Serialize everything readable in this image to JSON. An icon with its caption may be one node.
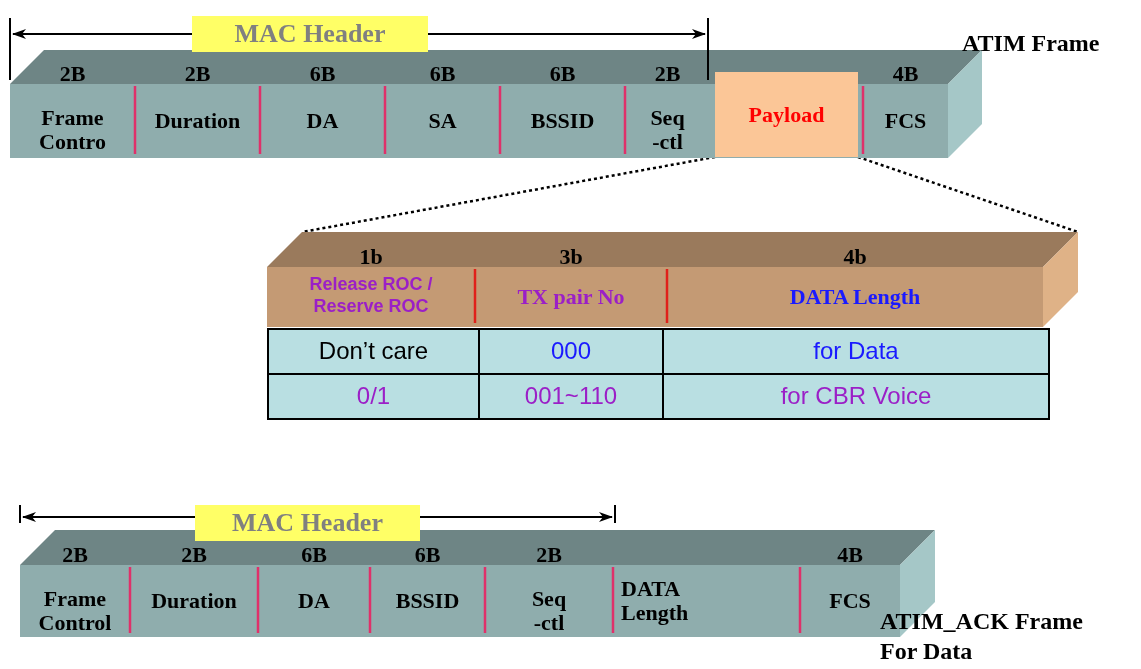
{
  "diagram": {
    "nodes": [
      {
        "text": [],
        "shape": "box",
        "beside": [
          "ATIM Frame"
        ]
      },
      {
        "text": [
          "2B",
          "Frame Contro"
        ],
        "in": 0
      },
      {
        "text": [
          "2B",
          "Duration"
        ],
        "in": 0
      },
      {
        "text": [
          "6B",
          "DA"
        ],
        "in": 0
      },
      {
        "text": [
          "6B",
          "SA"
        ],
        "in": 0
      },
      {
        "text": [
          "6B",
          "BSSID"
        ],
        "in": 0
      },
      {
        "text": [
          "2B",
          "Seq -ctl"
        ],
        "in": 0
      },
      {
        "text": [
          "Payload"
        ],
        "in": 0
      },
      {
        "text": [
          "4B",
          "FCS"
        ],
        "in": 0
      },
      {
        "text": [],
        "shape": "box"
      },
      {
        "text": [
          "1b",
          "Release ROC / Reserve ROC"
        ],
        "in": 9
      },
      {
        "text": [
          "3b",
          "TX pair No"
        ],
        "in": 9
      },
      {
        "text": [
          "4b",
          "DATA Length"
        ],
        "in": 9
      },
      {
        "text": [],
        "shape": "box",
        "beside": [
          "ATIM_ACK Frame For Data"
        ]
      },
      {
        "text": [
          "2B",
          "Frame Control"
        ],
        "in": 13
      },
      {
        "text": [
          "2B",
          "Duration"
        ],
        "in": 13
      },
      {
        "text": [
          "6B",
          "DA"
        ],
        "in": 13
      },
      {
        "text": [
          "6B",
          "BSSID"
        ],
        "in": 13
      },
      {
        "text": [
          "2B",
          "Seq -ctl"
        ],
        "in": 13
      },
      {
        "text": [
          "DATA Length"
        ],
        "in": 13
      },
      {
        "text": [
          "4B",
          "FCS"
        ],
        "in": 13
      }
    ],
    "edges": [
      {
        "from": 7,
        "to": 9,
        "arrow": "none",
        "style": "dashed"
      },
      {
        "from": 7,
        "to": 9,
        "arrow": "none",
        "style": "dashed"
      }
    ],
    "labels": [
      "MAC Header",
      "Don’t care",
      "000",
      "for Data",
      "0/1",
      "001~110",
      "for CBR Voice",
      "MAC Header"
    ]
  }
}
